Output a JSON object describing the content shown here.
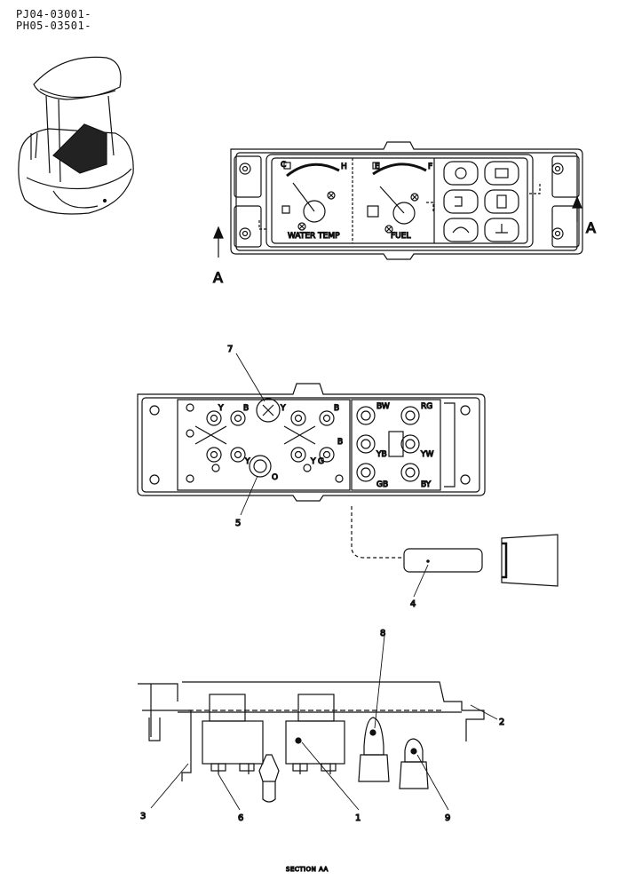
{
  "header": {
    "serial_1": "PJ04-03001-",
    "serial_2": "PH05-03501-"
  },
  "panel_front": {
    "water_temp_label": "WATER TEMP",
    "fuel_label": "FUEL",
    "gauge_low": "C",
    "gauge_high": "H",
    "fuel_low": "E",
    "fuel_high": "F",
    "section_marker": "A"
  },
  "panel_rear": {
    "wire_codes": [
      "Y",
      "B",
      "Y",
      "B",
      "B",
      "Y",
      "Y",
      "G",
      "O",
      "BW",
      "RG",
      "YB",
      "YW",
      "GB",
      "BY"
    ]
  },
  "callouts": [
    "1",
    "2",
    "3",
    "4",
    "5",
    "6",
    "7",
    "8",
    "9"
  ],
  "section": {
    "caption": "SECTION AA"
  }
}
